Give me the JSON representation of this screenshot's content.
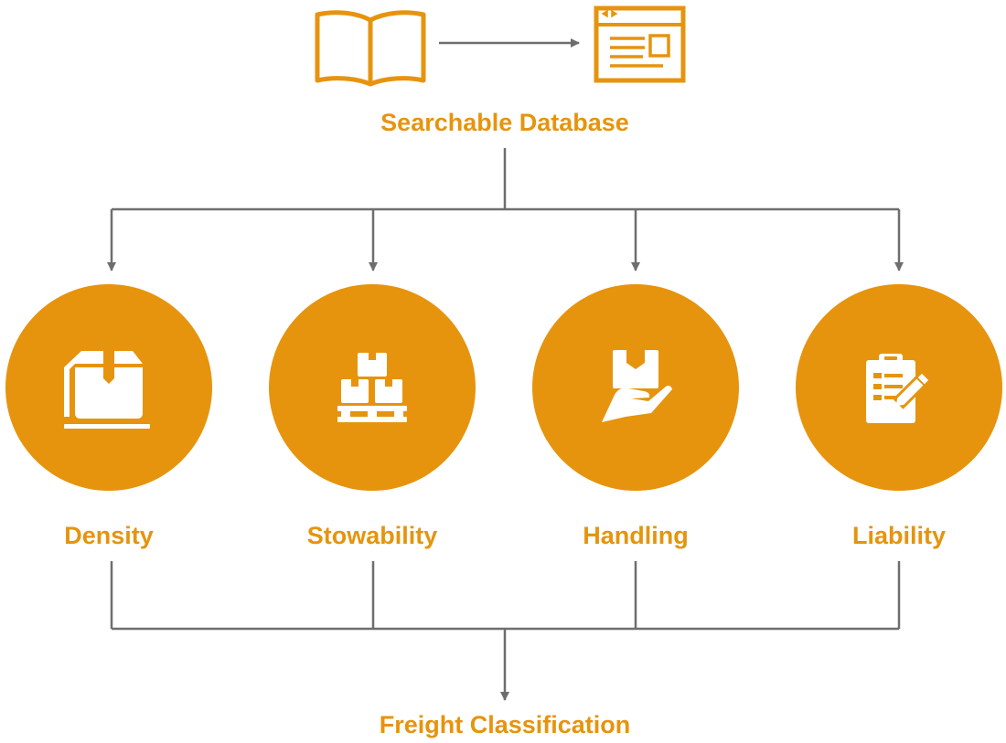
{
  "colors": {
    "accent": "#E6940E",
    "line": "#6E6E6E",
    "icon_on_accent": "#FFFFFF"
  },
  "header": {
    "source_icon": "open-book-icon",
    "target_icon": "browser-window-icon",
    "title": "Searchable Database"
  },
  "factors": [
    {
      "label": "Density",
      "icon": "box-icon"
    },
    {
      "label": "Stowability",
      "icon": "stacked-boxes-pallet-icon"
    },
    {
      "label": "Handling",
      "icon": "hand-holding-box-icon"
    },
    {
      "label": "Liability",
      "icon": "clipboard-pen-icon"
    }
  ],
  "footer": {
    "title": "Freight Classification"
  }
}
